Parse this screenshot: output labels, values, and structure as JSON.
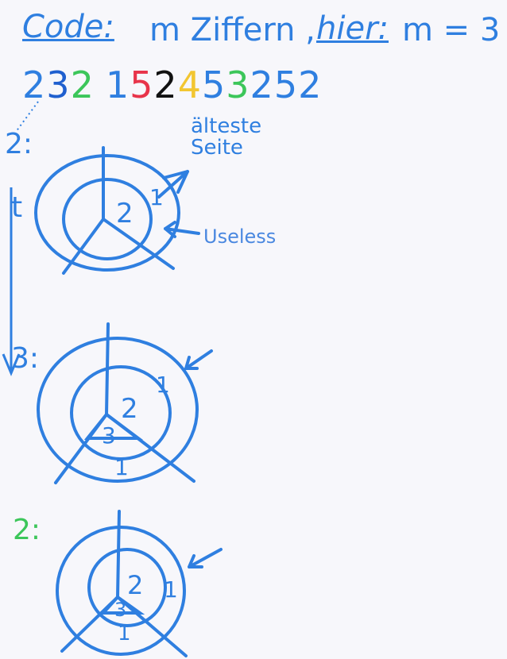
{
  "header": {
    "code_label": "Code:",
    "digits_text": "m Ziffern ,",
    "here_label": "hier:",
    "m_value": "m = 3"
  },
  "sequence": {
    "digits": [
      {
        "text": "2",
        "color": "#2f7fe0"
      },
      {
        "text": "3",
        "color": "#1f5fcf"
      },
      {
        "text": "2",
        "color": "#3cc65a"
      },
      {
        "text": "1",
        "color": "#2f7fe0"
      },
      {
        "text": "5",
        "color": "#e8344a"
      },
      {
        "text": "2",
        "color": "#111111"
      },
      {
        "text": "4",
        "color": "#f2c631"
      },
      {
        "text": "5",
        "color": "#2f7fe0"
      },
      {
        "text": "3",
        "color": "#3cc65a"
      },
      {
        "text": "2",
        "color": "#2f7fe0"
      },
      {
        "text": "5",
        "color": "#2f7fe0"
      },
      {
        "text": "2",
        "color": "#2f7fe0"
      }
    ]
  },
  "timeline": {
    "t_label": "t",
    "step1_label": "2:",
    "step2_label": "3:",
    "step3_label": "2:",
    "step3_color": "#3cc65a"
  },
  "annotations": {
    "oldest_side": "älteste Seite",
    "useless": "Useless"
  },
  "diagrams": [
    {
      "inner_label": "2",
      "outer_labels": [
        "1"
      ]
    },
    {
      "inner_label": "2",
      "center_label": "3",
      "outer_labels": [
        "1",
        "1"
      ]
    },
    {
      "inner_label": "2",
      "center_label": "3",
      "outer_labels": [
        "1",
        "1"
      ]
    }
  ],
  "colors": {
    "ink": "#2f7fe0",
    "paper": "#f7f7fb"
  }
}
